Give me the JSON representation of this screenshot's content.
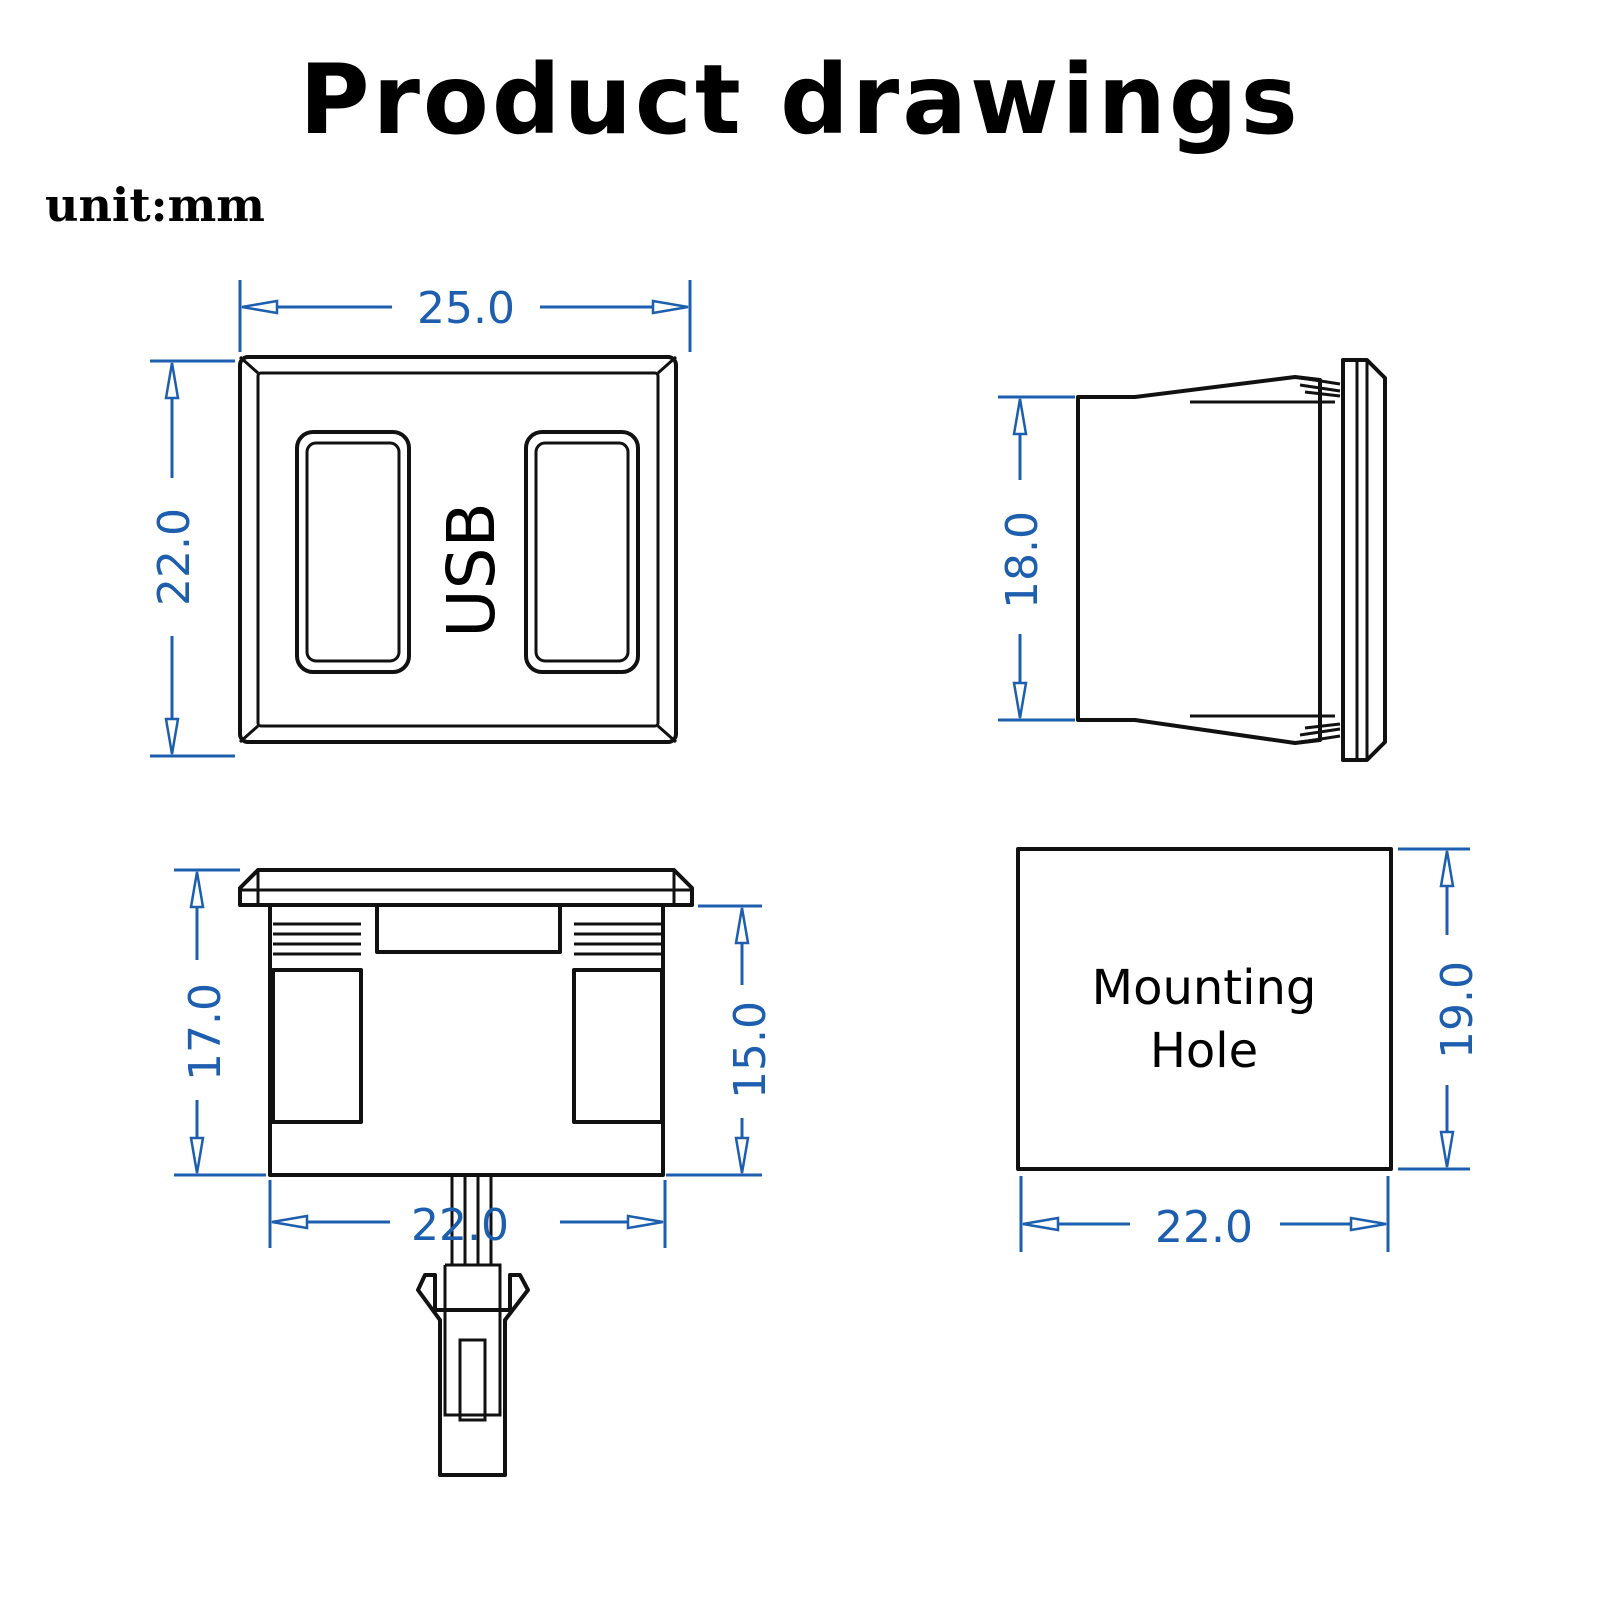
{
  "title": "Product drawings",
  "unit": "unit:mm",
  "front_view": {
    "width_label": "25.0",
    "height_label": "22.0",
    "port_text": "USB"
  },
  "side_view": {
    "height_label": "18.0"
  },
  "bottom_view": {
    "left_height_label": "17.0",
    "right_height_label": "15.0",
    "width_label": "22.0"
  },
  "mounting_hole": {
    "label_line1": "Mounting",
    "label_line2": "Hole",
    "height_label": "19.0",
    "width_label": "22.0"
  },
  "colors": {
    "dimension": "#1d5fae",
    "outline": "#111111"
  }
}
